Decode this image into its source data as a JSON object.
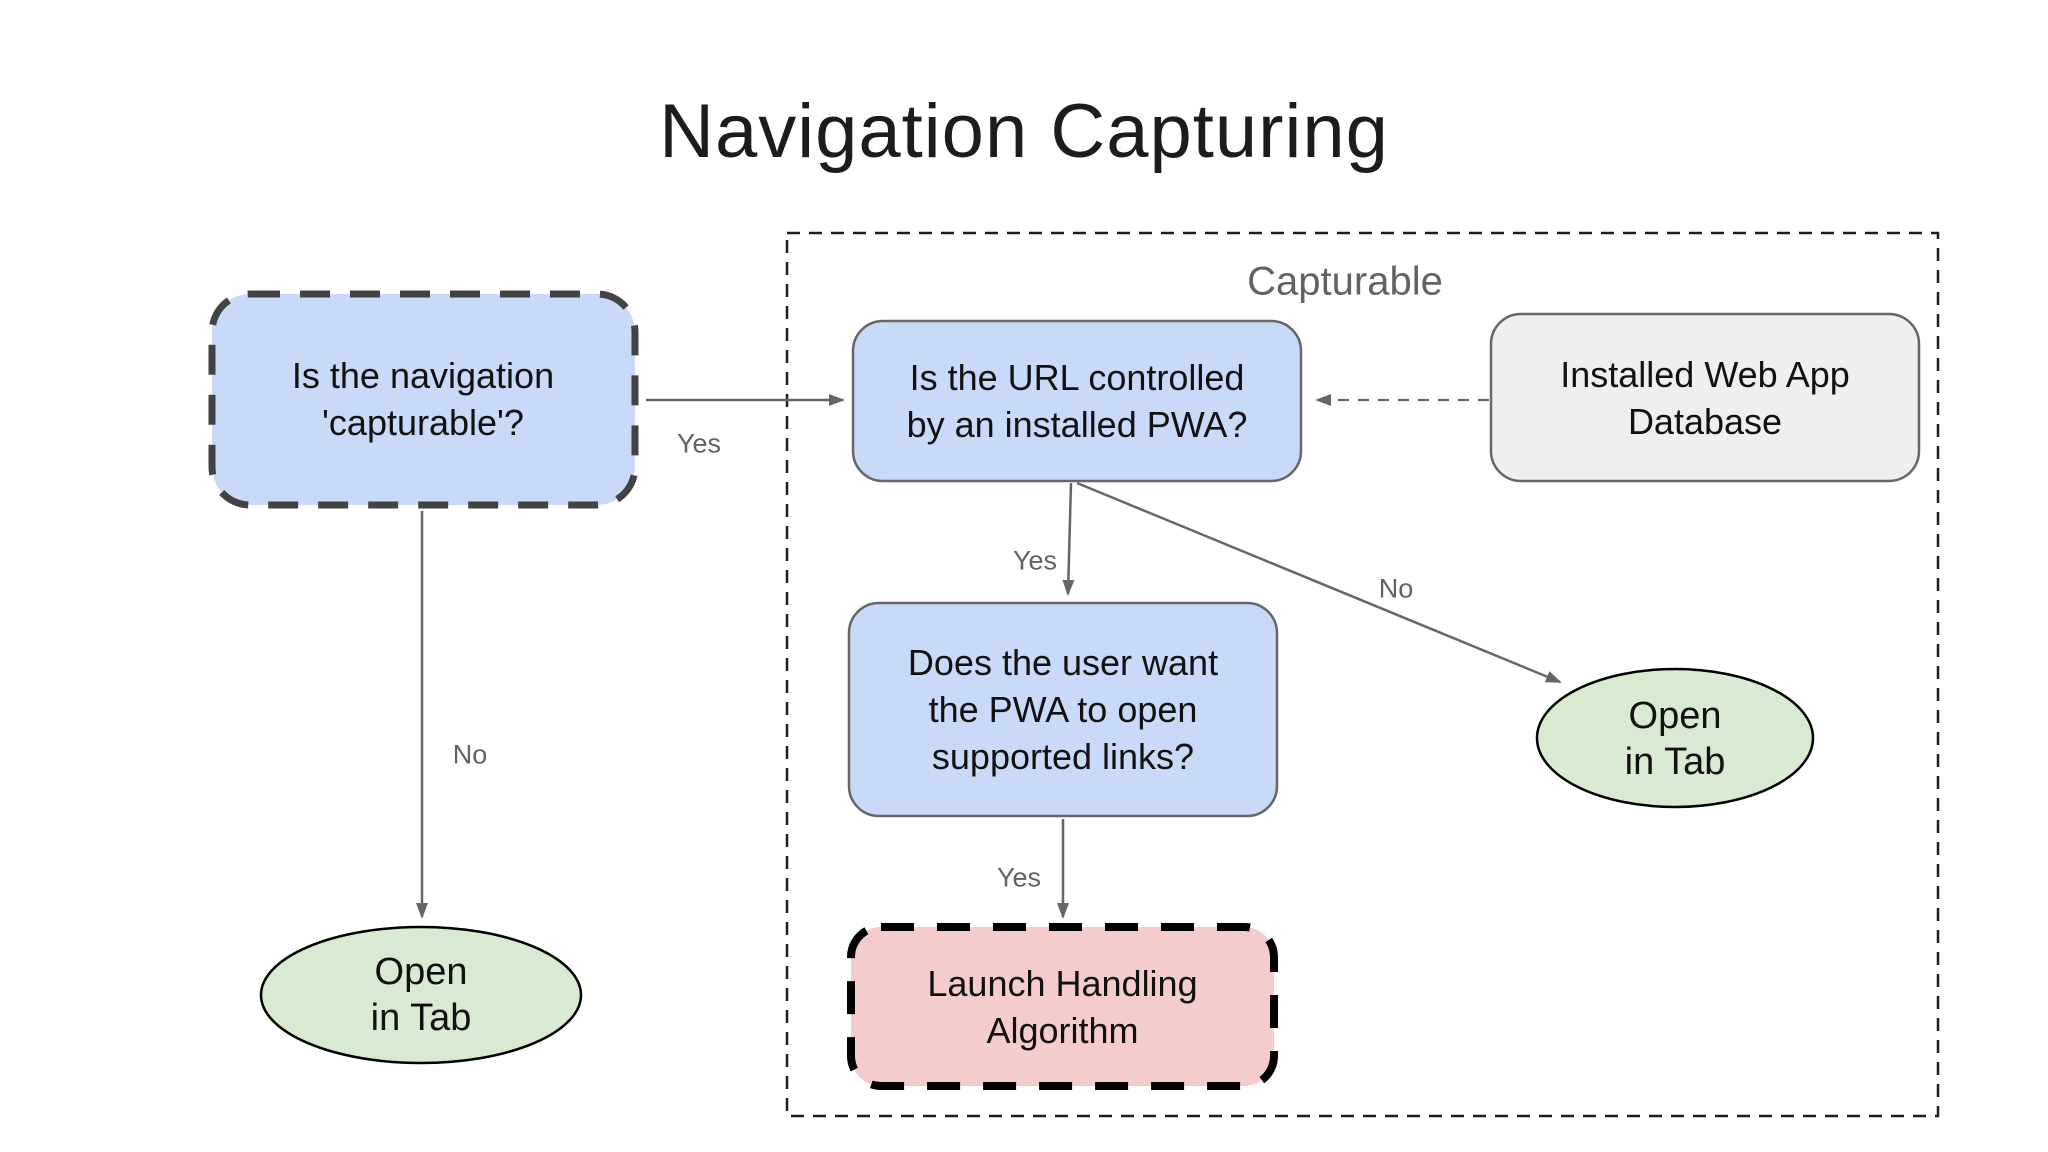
{
  "title": "Navigation Capturing",
  "group": {
    "label": "Capturable"
  },
  "nodes": {
    "nav_capturable": {
      "text": "Is the navigation\n'capturable'?",
      "shape": "rounded-rect",
      "border": "dashed",
      "fill": "#c9daf8"
    },
    "url_controlled": {
      "text": "Is the URL controlled\nby an installed PWA?",
      "shape": "rounded-rect",
      "border": "solid",
      "fill": "#c9daf8"
    },
    "installed_db": {
      "text": "Installed Web App\nDatabase",
      "shape": "rounded-rect",
      "border": "solid",
      "fill": "#efefef"
    },
    "user_wants": {
      "text": "Does the user want\nthe PWA to open\nsupported links?",
      "shape": "rounded-rect",
      "border": "solid",
      "fill": "#c9daf8"
    },
    "launch_handling": {
      "text": "Launch Handling\nAlgorithm",
      "shape": "rounded-rect",
      "border": "dashed",
      "fill": "#f4cccc"
    },
    "open_in_tab_left": {
      "text": "Open\nin Tab",
      "shape": "ellipse",
      "border": "solid",
      "fill": "#d9ead3"
    },
    "open_in_tab_right": {
      "text": "Open\nin Tab",
      "shape": "ellipse",
      "border": "solid",
      "fill": "#d9ead3"
    }
  },
  "edges": {
    "nav_yes": {
      "label": "Yes"
    },
    "nav_no": {
      "label": "No"
    },
    "url_yes": {
      "label": "Yes"
    },
    "url_no": {
      "label": "No"
    },
    "user_yes": {
      "label": "Yes"
    },
    "db_lookup": {
      "style": "dashed"
    }
  },
  "colors": {
    "canvas_bg": "#ffffff",
    "node_blue": "#c9daf8",
    "node_red": "#f4cccc",
    "node_green": "#d9ead3",
    "node_gray": "#efefef",
    "connector_gray": "#666666",
    "edge_label_gray": "#5f6368",
    "dark_dash": "#434343",
    "black": "#000000",
    "title_text": "#1c1c1c"
  }
}
